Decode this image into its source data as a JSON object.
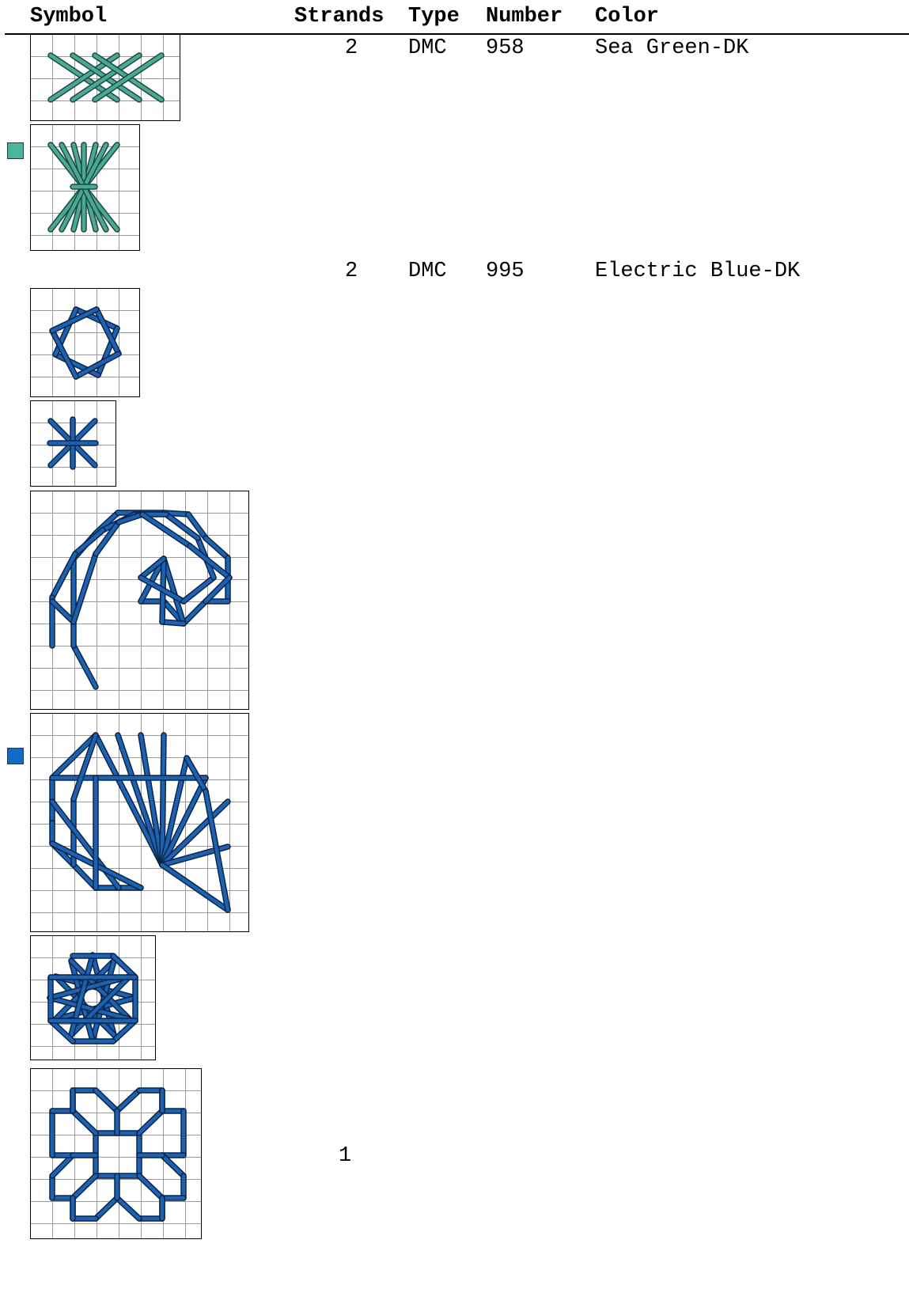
{
  "header": {
    "symbol": "Symbol",
    "strands": "Strands",
    "type": "Type",
    "number": "Number",
    "color": "Color"
  },
  "threads": [
    {
      "strands": "2",
      "type": "DMC",
      "number": "958",
      "color_name": "Sea Green-DK",
      "swatch": "#4ab49f",
      "stroke": "#4aa895",
      "outline": "#1d4a40"
    },
    {
      "strands": "2",
      "type": "DMC",
      "number": "995",
      "color_name": "Electric Blue-DK",
      "swatch": "#1469c6",
      "stroke": "#1d62b0",
      "outline": "#0b2448"
    }
  ],
  "extra_row": {
    "strands": "1"
  },
  "symbol_icons": [
    "cross-stitch-diagonal-icon",
    "sheaf-stitch-icon",
    "star-octagon-icon",
    "asterisk-stitch-icon",
    "spiral-star-icon",
    "swirl-star-icon",
    "twelve-point-star-icon",
    "flower-lattice-icon"
  ]
}
